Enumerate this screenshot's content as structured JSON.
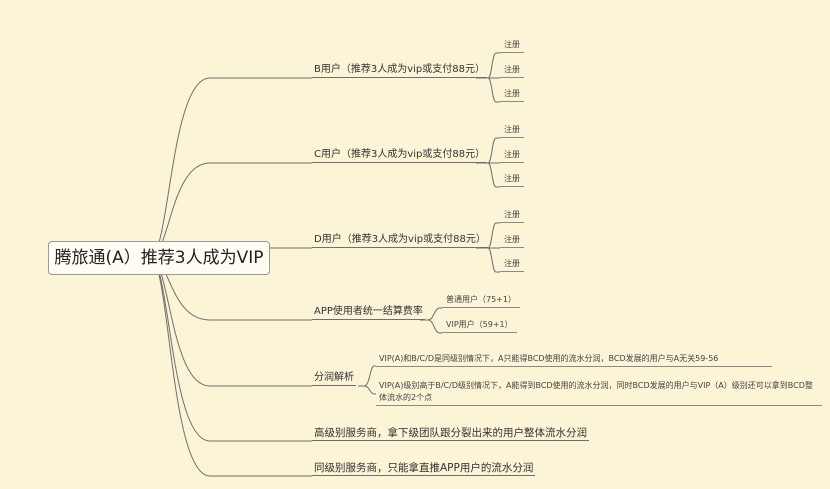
{
  "root": {
    "label": "腾旅通(A）推荐3人成为VIP"
  },
  "branches": [
    {
      "label": "B用户（推荐3人成为vip或支付88元）",
      "children": [
        "注册",
        "注册",
        "注册"
      ]
    },
    {
      "label": "C用户（推荐3人成为vip或支付88元）",
      "children": [
        "注册",
        "注册",
        "注册"
      ]
    },
    {
      "label": "D用户（推荐3人成为vip或支付88元）",
      "children": [
        "注册",
        "注册",
        "注册"
      ]
    },
    {
      "label": "APP使用者统一结算费率",
      "children": [
        "普通用户（75+1）",
        "VIP用户（59+1）"
      ]
    },
    {
      "label": "分润解析",
      "children": [
        "VIP(A)和B/C/D是同级别情况下，A只能得BCD使用的流水分润，BCD发展的用户与A无关59-56",
        "VIP(A)级别高于B/C/D级别情况下，A能得到BCD使用的流水分润，同时BCD发展的用户与VIP（A）级别还可以拿到BCD整体流水的2个点"
      ]
    },
    {
      "label": "高级别服务商，拿下级团队跟分裂出来的用户整体流水分润",
      "children": []
    },
    {
      "label": "同级别服务商，只能拿直推APP用户的流水分润",
      "children": []
    }
  ]
}
